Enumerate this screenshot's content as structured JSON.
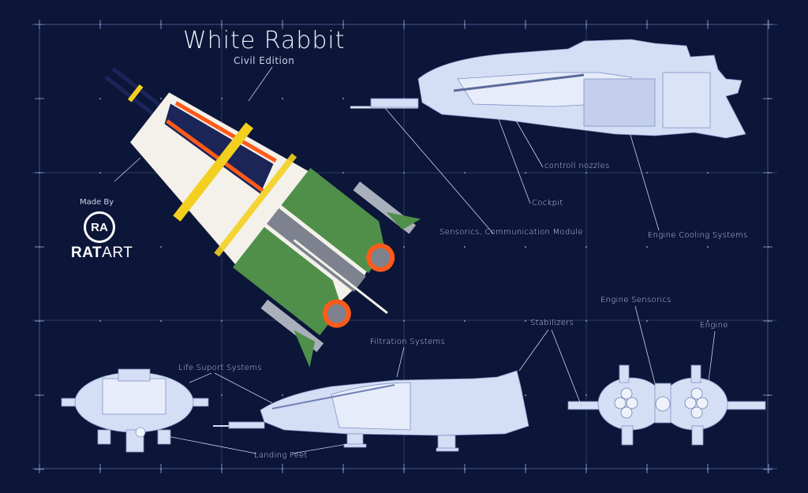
{
  "header": {
    "title": "White Rabbit",
    "subtitle": "Civil Edition"
  },
  "credit": {
    "made_by": "Made By",
    "logo_monogram": "RA",
    "logo_text_bold": "RAT",
    "logo_text_regular": "ART"
  },
  "callouts": {
    "controll_nozzles": "controll nozzles",
    "cockpit": "Cockpit",
    "sensorics_module": "Sensorics, Communication Module",
    "engine_cooling": "Engine Cooling Systems",
    "engine_sensorics": "Engine Sensorics",
    "engine": "Engine",
    "stabilizers": "Stabilizers",
    "filtration": "Filtration Systems",
    "life_support": "Life Suport Systems",
    "landing_feet": "Landing Feet"
  },
  "colors": {
    "background": "#0b1638",
    "grid": "#5e6e9e",
    "blueprint_ship": "#d4def5",
    "ship_green": "#4f8f4a",
    "ship_orange": "#ff5a1a",
    "ship_yellow": "#f3d020",
    "ship_white": "#f4f1ea",
    "ship_gray": "#7d828e",
    "ship_navy": "#1b2557"
  }
}
